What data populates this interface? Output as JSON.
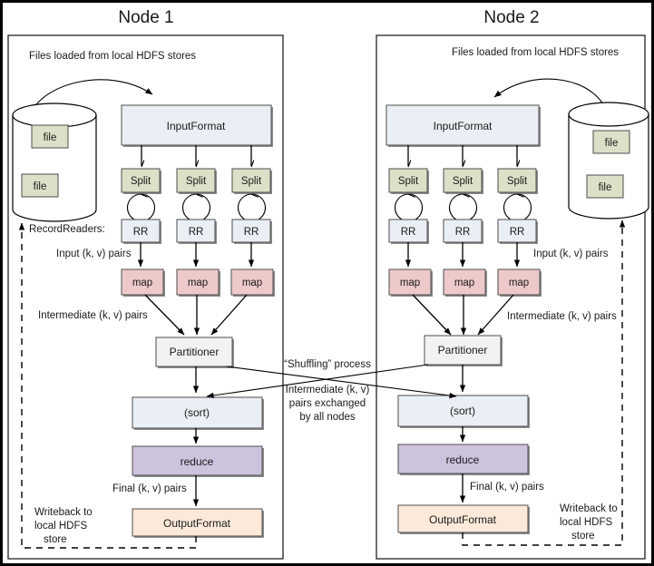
{
  "diagram": {
    "title_node1": "Node 1",
    "title_node2": "Node 2",
    "outer_border_color": "#000000"
  },
  "palette": {
    "inputformat": "#eaeef5",
    "split": "#dde0c8",
    "rr": "#eaeef5",
    "map": "#eec9c9",
    "partitioner": "#f2f2f0",
    "sort": "#eaeef5",
    "reduce": "#cdc3dd",
    "outputformat": "#fce9d9",
    "file": "#dde0c8",
    "stroke": "#4d4d4d"
  },
  "node1": {
    "header_note": "Files loaded from local HDFS stores",
    "inputformat": "InputFormat",
    "splits": [
      "Split",
      "Split",
      "Split"
    ],
    "recordreaders": [
      "RR",
      "RR",
      "RR"
    ],
    "maps": [
      "map",
      "map",
      "map"
    ],
    "partitioner": "Partitioner",
    "sort": "(sort)",
    "reduce": "reduce",
    "outputformat": "OutputFormat",
    "files": [
      "file",
      "file"
    ],
    "label_recordreaders": "RecordReaders:",
    "label_input_pairs": "Input (k, v) pairs",
    "label_intermediate_pairs": "Intermediate (k, v) pairs",
    "label_final_pairs": "Final (k, v) pairs",
    "writeback": [
      "Writeback to",
      "local HDFS",
      "store"
    ]
  },
  "node2": {
    "header_note": "Files loaded from local HDFS stores",
    "inputformat": "InputFormat",
    "splits": [
      "Split",
      "Split",
      "Split"
    ],
    "recordreaders": [
      "RR",
      "RR",
      "RR"
    ],
    "maps": [
      "map",
      "map",
      "map"
    ],
    "partitioner": "Partitioner",
    "sort": "(sort)",
    "reduce": "reduce",
    "outputformat": "OutputFormat",
    "files": [
      "file",
      "file"
    ],
    "label_input_pairs": "Input (k, v) pairs",
    "label_intermediate_pairs": "Intermediate (k, v) pairs",
    "label_final_pairs": "Final (k, v) pairs",
    "writeback": [
      "Writeback to",
      "local HDFS",
      "store"
    ]
  },
  "shuffle": {
    "title": "“Shuffling” process",
    "desc": [
      "Intermediate (k, v)",
      "pairs exchanged",
      "by all nodes"
    ]
  }
}
